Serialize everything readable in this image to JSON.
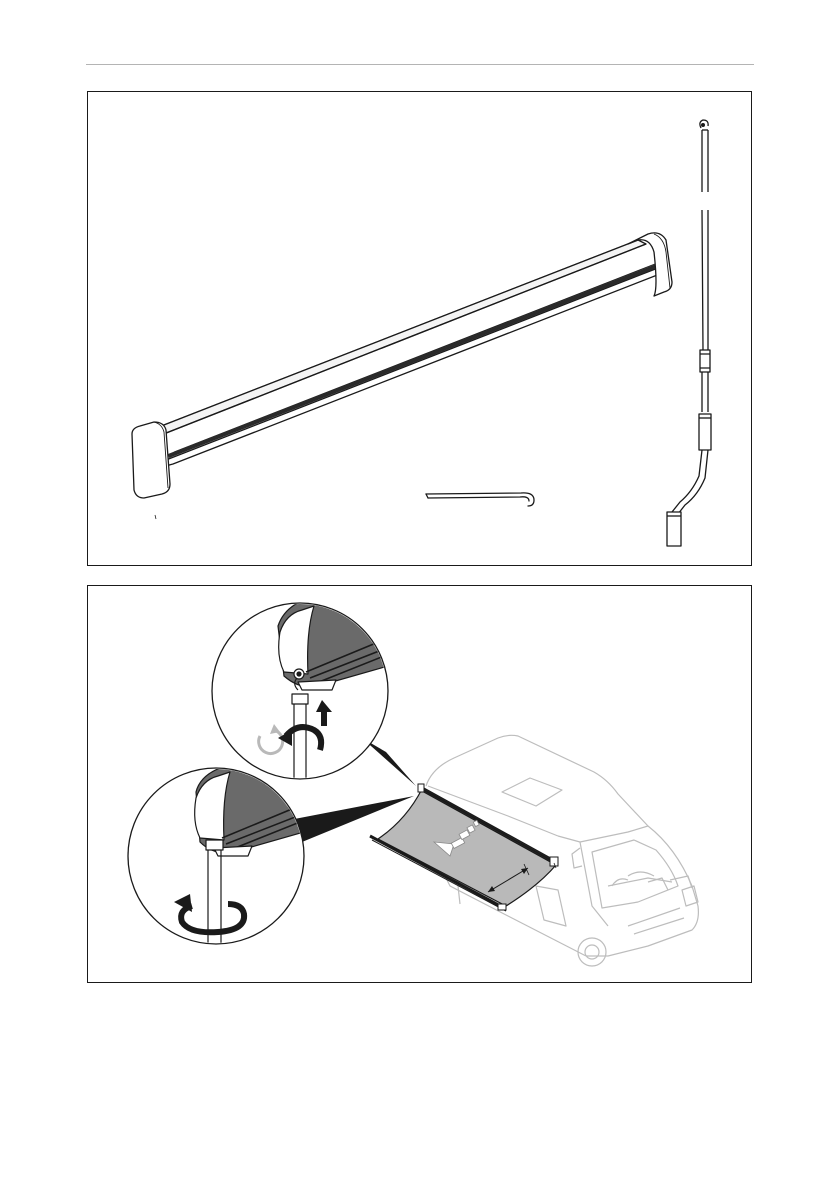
{
  "page": {
    "has_header_rule": true
  },
  "figures": [
    {
      "id": "figure-scope-of-delivery",
      "parts": [
        "awning-cassette",
        "tension-rafter-hook",
        "crank-handle"
      ]
    },
    {
      "id": "figure-extend-awning",
      "details": [
        "crank-engage-detail",
        "crank-rotate-detail"
      ],
      "scene": "camper-van-with-extended-awning"
    }
  ],
  "colors": {
    "line": "#1a1a1a",
    "fabric": "#b9b9b9",
    "van_line": "#bdbdbd",
    "rule": "#b4b4b4"
  }
}
